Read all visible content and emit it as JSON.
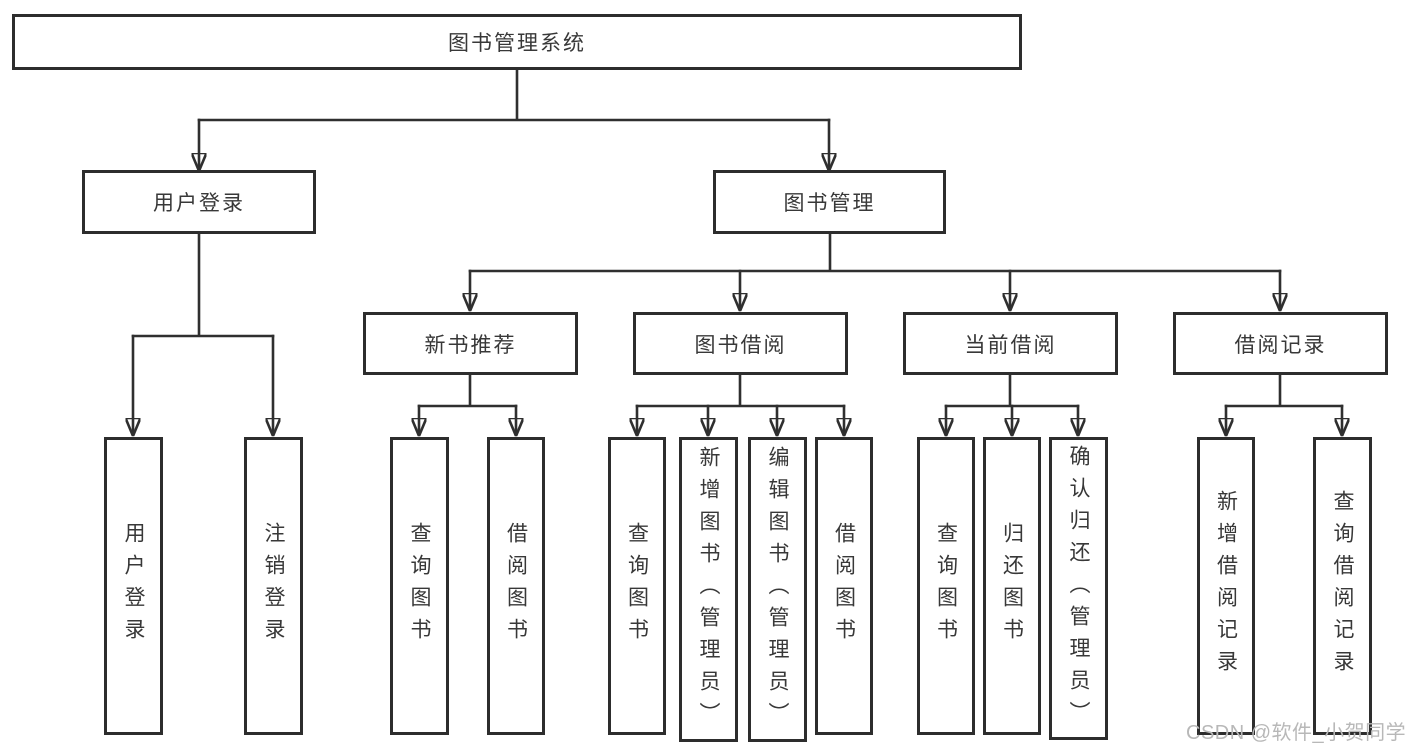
{
  "diagram": {
    "root_label": "图书管理系统",
    "branches": {
      "user_login": {
        "label": "用户登录",
        "children": [
          "用户登录",
          "注销登录"
        ]
      },
      "book_mgmt": {
        "label": "图书管理"
      }
    },
    "modules": [
      {
        "label": "新书推荐",
        "children": [
          "查询图书",
          "借阅图书"
        ]
      },
      {
        "label": "图书借阅",
        "children": [
          "查询图书",
          "新增图书（管理员）",
          "编辑图书（管理员）",
          "借阅图书"
        ]
      },
      {
        "label": "当前借阅",
        "children": [
          "查询图书",
          "归还图书",
          "确认归还（管理员）"
        ]
      },
      {
        "label": "借阅记录",
        "children": [
          "新增借阅记录",
          "查询借阅记录"
        ]
      }
    ]
  },
  "watermark": {
    "text": "CSDN @软件_小贺同学"
  },
  "colors": {
    "line": "#2f2f2f",
    "box_border": "#2d2d2d",
    "text": "#383838",
    "box_background": "#ffffff",
    "page_background": "#ffffff",
    "watermark_text": "#b8b8b8"
  }
}
